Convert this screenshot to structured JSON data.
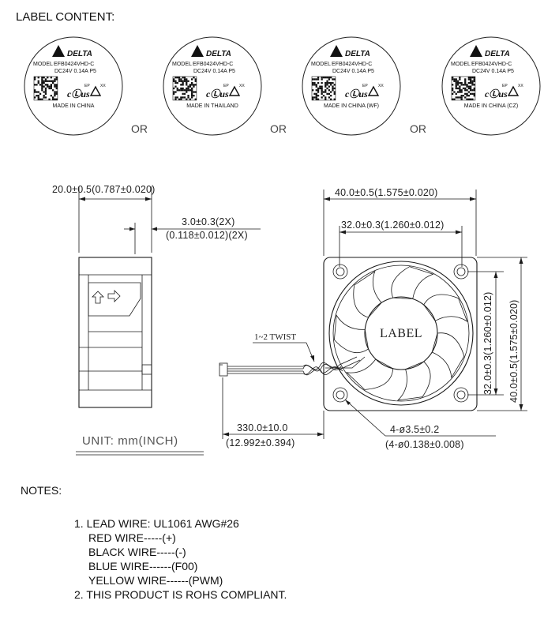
{
  "heading": "LABEL CONTENT:",
  "separator": "OR",
  "labels": [
    {
      "brand": "DELTA",
      "model_key": "MODEL",
      "model": "EFB0424VHD-C",
      "rating": "DC24V  0.14A  P5",
      "ep": "EP",
      "xx": "XX",
      "origin": "MADE IN CHINA"
    },
    {
      "brand": "DELTA",
      "model_key": "MODEL",
      "model": "EFB0424VHD-C",
      "rating": "DC24V  0.14A  P5",
      "ep": "EP",
      "xx": "XX",
      "origin": "MADE IN THAILAND"
    },
    {
      "brand": "DELTA",
      "model_key": "MODEL",
      "model": "EFB0424VHD-C",
      "rating": "DC24V  0.14A  P5",
      "ep": "EP",
      "xx": "XX",
      "origin": "MADE IN CHINA (WF)"
    },
    {
      "brand": "DELTA",
      "model_key": "MODEL",
      "model": "EFB0424VHD-C",
      "rating": "DC24V  0.14A  P5",
      "ep": "EP",
      "xx": "XX",
      "origin": "MADE IN CHINA (CZ)"
    }
  ],
  "drawing": {
    "depth": "20.0±0.5(0.787±0.020)",
    "lip_top": "3.0±0.3(2X)",
    "lip_bottom": "(0.118±0.012)(2X)",
    "width_overall": "40.0±0.5(1.575±0.020)",
    "hole_spacing": "32.0±0.3(1.260±0.012)",
    "height_hole": "32.0±0.3(1.260±0.012)",
    "height_overall": "40.0±0.5(1.575±0.020)",
    "hub_label": "LABEL",
    "twist": "1~2 TWIST",
    "wire_len_top": "330.0±10.0",
    "wire_len_bottom": "(12.992±0.394)",
    "hole_top": "4-ø3.5±0.2",
    "hole_bottom": "(4-ø0.138±0.008)",
    "unit": "UNIT:  mm(INCH)"
  },
  "notes": {
    "title": "NOTES:",
    "lines": [
      "1. LEAD WIRE: UL1061 AWG#26",
      "RED WIRE-----(+)",
      "BLACK WIRE-----(-)",
      "BLUE WIRE------(F00)",
      "YELLOW WIRE------(PWM)",
      "2. THIS PRODUCT IS ROHS COMPLIANT."
    ]
  }
}
